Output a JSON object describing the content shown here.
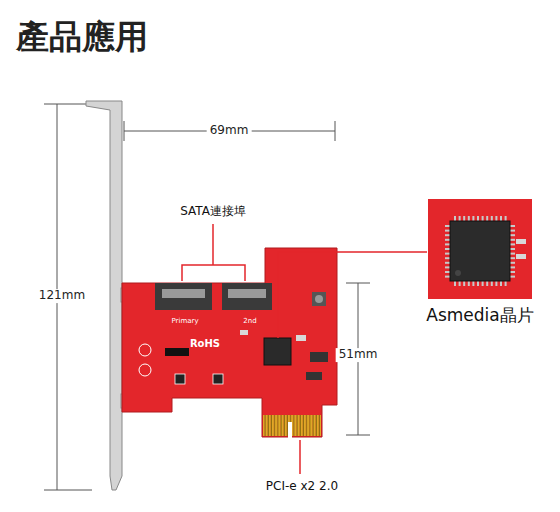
{
  "diagram": {
    "title": "產品應用",
    "nodes": [
      {
        "text": [
          "Asmedia晶片"
        ]
      }
    ],
    "labels": [
      "69mm",
      "SATA連接埠",
      "121mm",
      "51mm",
      "PCI-e x2 2.0",
      "Primary",
      "2nd",
      "RoHS"
    ]
  }
}
